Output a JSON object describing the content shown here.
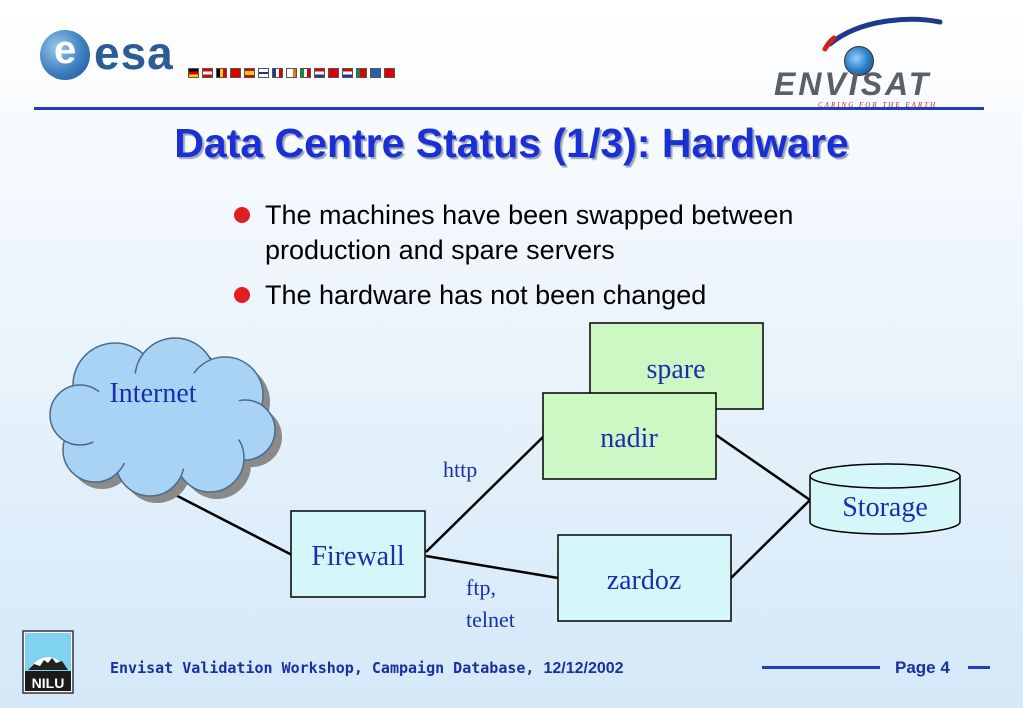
{
  "header": {
    "esa_logo_text": "esa",
    "envisat_logo_text": "ENVISAT",
    "envisat_tagline": "CARING FOR THE EARTH"
  },
  "title": "Data Centre Status (1/3): Hardware",
  "bullets": [
    "The machines have been swapped between production and spare servers",
    "The hardware has not been changed"
  ],
  "diagram": {
    "nodes": {
      "internet": "Internet",
      "firewall": "Firewall",
      "spare": "spare",
      "nadir": "nadir",
      "zardoz": "zardoz",
      "storage": "Storage"
    },
    "edge_labels": {
      "http": "http",
      "ftp_line1": "ftp,",
      "ftp_line2": "telnet"
    }
  },
  "footer": {
    "logo_text": "NILU",
    "workshop": "Envisat Validation Workshop, Campaign Database, ",
    "date": "12/12/2002",
    "page_label": "Page",
    "page_number": "4"
  },
  "colors": {
    "accent_blue": "#1a2fd4",
    "cloud_fill": "#a9d3f5",
    "server_fill": "#cdf7c3",
    "box_fill": "#d6f7f9",
    "bullet_red": "#e02020"
  }
}
